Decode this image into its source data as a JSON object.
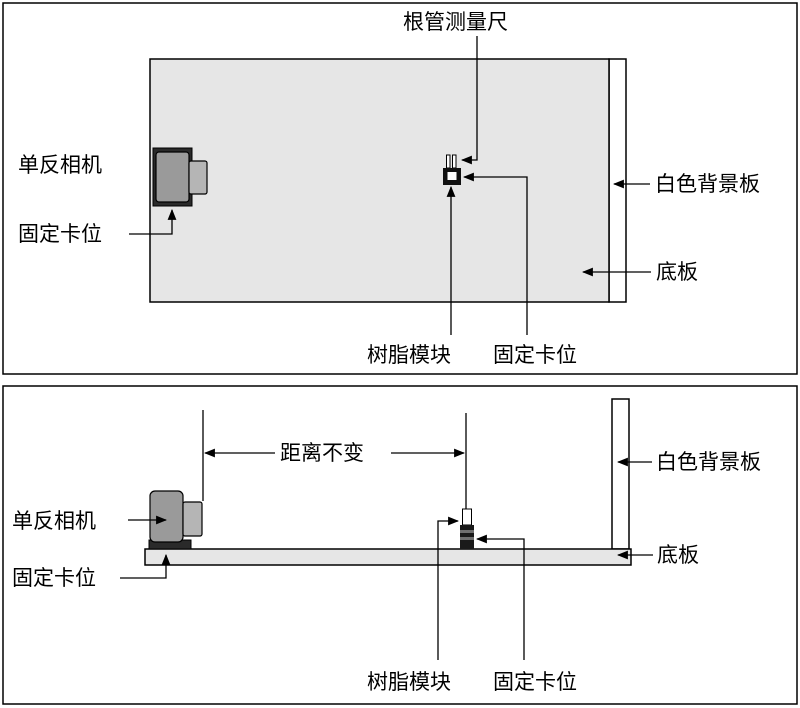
{
  "top_view": {
    "root_ruler": "根管测量尺",
    "camera": "单反相机",
    "camera_mount": "固定卡位",
    "background_board": "白色背景板",
    "base_plate": "底板",
    "resin_module": "树脂模块",
    "module_mount": "固定卡位"
  },
  "side_view": {
    "distance_constant": "距离不变",
    "background_board": "白色背景板",
    "camera": "单反相机",
    "base_plate": "底板",
    "camera_mount": "固定卡位",
    "resin_module": "树脂模块",
    "module_mount": "固定卡位"
  },
  "colors": {
    "board_fill": "#e6e6e6",
    "camera_body": "#9a9a9a",
    "camera_lens": "#b5b5b5",
    "module_dark": "#1a1a1a",
    "module_light": "#6f6f6f",
    "outline": "#000000"
  }
}
